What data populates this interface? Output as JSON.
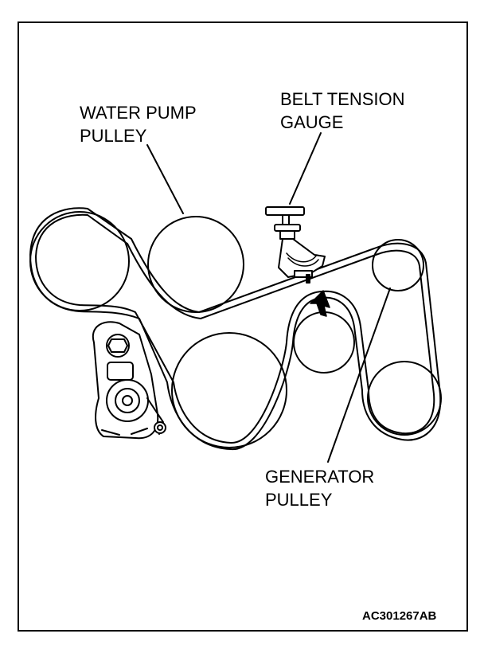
{
  "labels": {
    "water_pump_line1": "WATER PUMP",
    "water_pump_line2": "PULLEY",
    "belt_gauge_line1": "BELT TENSION",
    "belt_gauge_line2": "GAUGE",
    "generator_line1": "GENERATOR",
    "generator_line2": "PULLEY",
    "figure_code": "AC301267AB"
  },
  "colors": {
    "ink": "#000000",
    "paper": "#ffffff",
    "shade": "#d9d9d9"
  }
}
